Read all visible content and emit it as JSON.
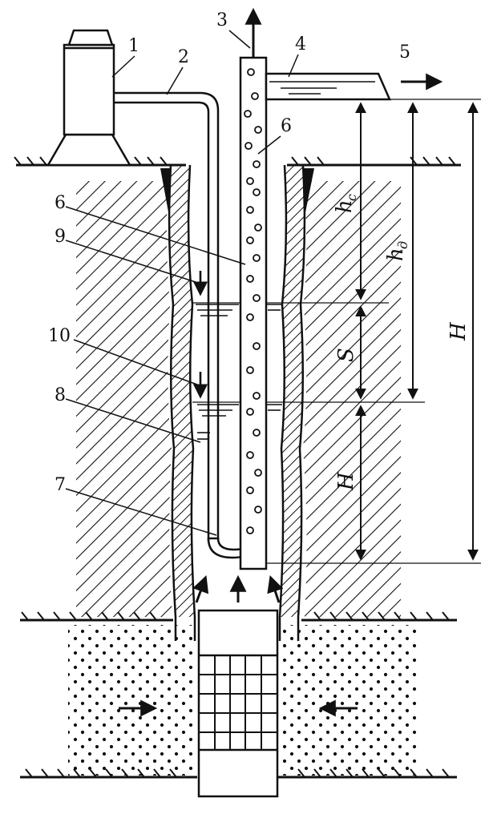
{
  "labels": {
    "n1": "1",
    "n2": "2",
    "n3": "3",
    "n4": "4",
    "n5": "5",
    "n6a": "6",
    "n6b": "6",
    "n7": "7",
    "n8": "8",
    "n9": "9",
    "n10": "10",
    "H": "H",
    "S": "S",
    "Hsub": "H",
    "hc": "h",
    "hc_sub": "c",
    "hd": "h",
    "hd_sub": "д"
  },
  "colors": {
    "ink": "#111111",
    "paper": "#ffffff"
  }
}
